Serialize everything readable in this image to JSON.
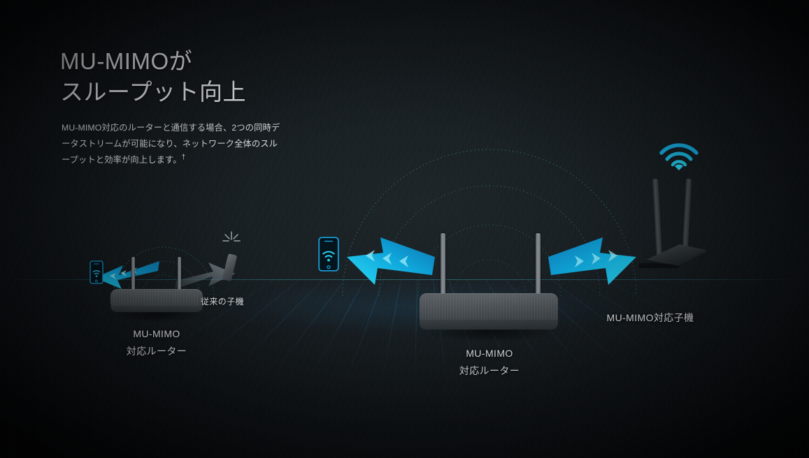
{
  "page": {
    "headline": "MU-MIMOが\nスループット向上",
    "body_text": "MU-MIMO対応のルーターと通信する場合、2つの同時データストリームが可能になり、ネットワーク全体のスループットと効率が向上します。",
    "footnote_marker": "†"
  },
  "colors": {
    "background": "#161c20",
    "accent_cyan": "#00b4e6",
    "accent_cyan_light": "#3fd8f2",
    "grid_blue": "#2f82be",
    "text_primary": "#f2f4f5",
    "text_body": "#e2e6e8",
    "device_gray": "#4a5054",
    "legacy_gray": "#8b9196"
  },
  "diagram": {
    "left_scene": {
      "router_caption": "MU-MIMO\n対応ルーター",
      "legacy_client_caption": "従来の子機",
      "client_icon": "phone-wifi-icon",
      "legacy_icon": "usb-dongle-icon",
      "spark_icon": "spark-icon",
      "arrow_active_direction": "left",
      "arrow_inactive_direction": "right"
    },
    "right_scene": {
      "router_caption": "MU-MIMO\n対応ルーター",
      "client_caption": "MU-MIMO対応子機",
      "left_client_icon": "phone-wifi-icon",
      "right_client_icon": "usb-adapter-icon",
      "signal_icon": "wifi-icon",
      "arrow_left_direction": "left",
      "arrow_right_direction": "right"
    }
  }
}
